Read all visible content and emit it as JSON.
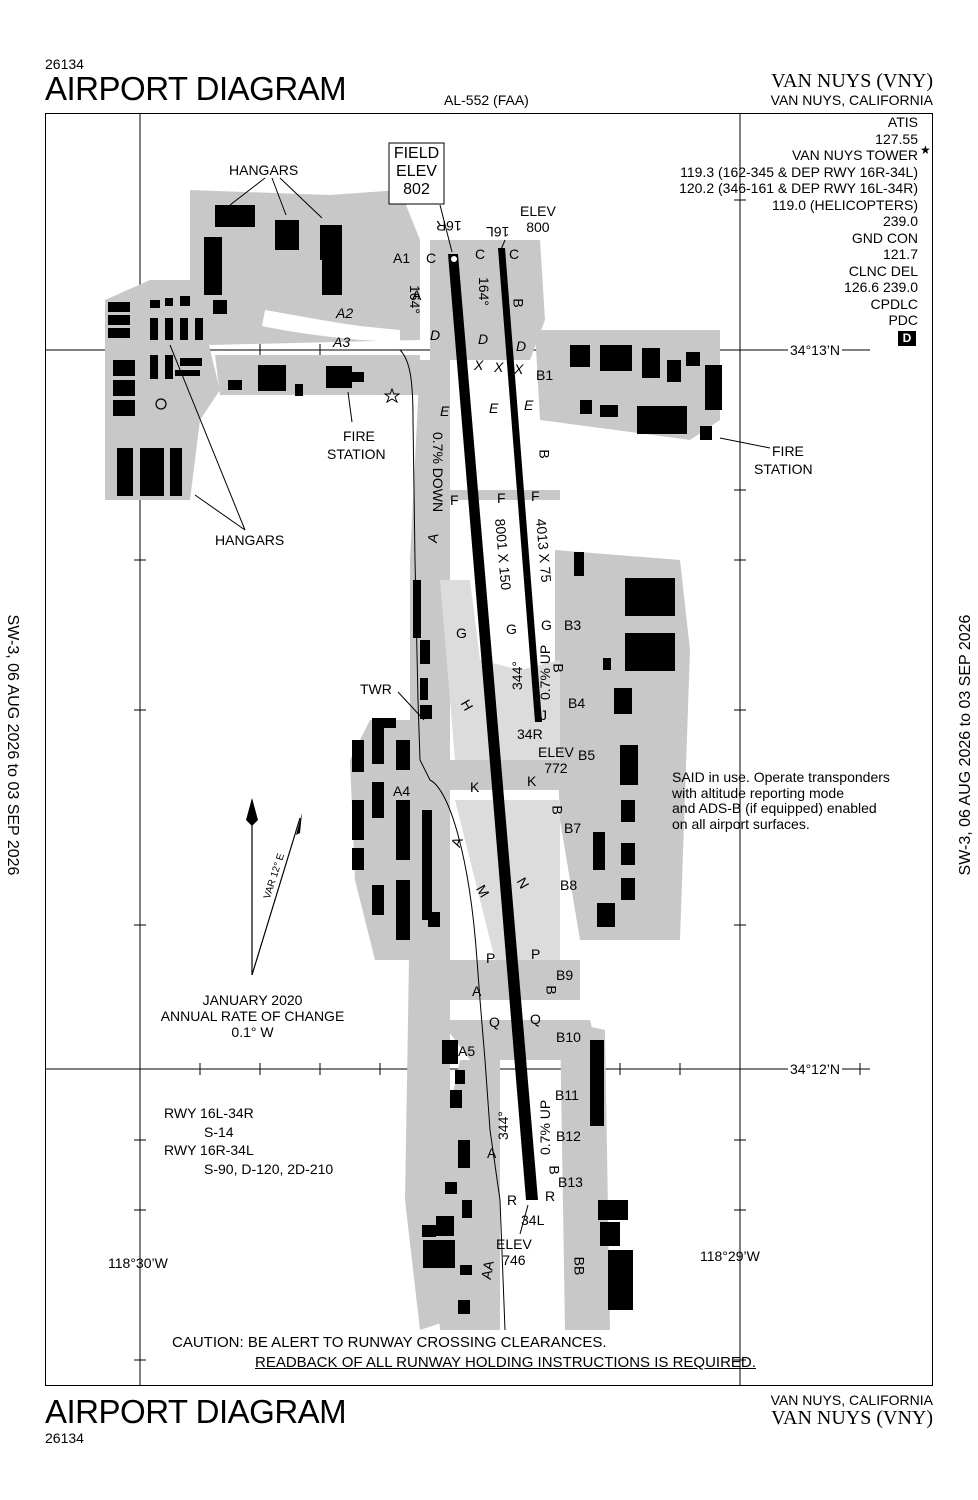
{
  "header": {
    "doc_number": "26134",
    "title": "AIRPORT DIAGRAM",
    "chart_id": "AL-552 (FAA)",
    "airport_name": "VAN NUYS (VNY)",
    "city_state": "VAN NUYS, CALIFORNIA"
  },
  "footer": {
    "doc_number": "26134",
    "title": "AIRPORT DIAGRAM",
    "city_state": "VAN NUYS, CALIFORNIA",
    "airport_name": "VAN NUYS (VNY)"
  },
  "side": {
    "left": "SW-3,  06 AUG 2026  to  03 SEP 2026",
    "right": "SW-3,  06 AUG 2026  to  03 SEP 2026"
  },
  "frequencies": [
    "ATIS",
    "127.55",
    "VAN NUYS TOWER",
    "119.3 (162-345 & DEP RWY 16R-34L)",
    "120.2 (346-161 & DEP RWY 16L-34R)",
    "119.0 (HELICOPTERS)",
    "239.0",
    "GND CON",
    "121.7",
    "CLNC DEL",
    "126.6  239.0",
    "CPDLC",
    "PDC"
  ],
  "pdc_badge": "D",
  "field_elev": {
    "line1": "FIELD",
    "line2": "ELEV",
    "line3": "802"
  },
  "labels": {
    "hangars_top": "HANGARS",
    "hangars_left": "HANGARS",
    "fire_station_left_1": "FIRE",
    "fire_station_left_2": "STATION",
    "fire_station_right_1": "FIRE",
    "fire_station_right_2": "STATION",
    "twr": "TWR",
    "lat_north": "34°13’N",
    "lat_south": "34°12’N",
    "lon_west": "118°30’W",
    "lon_east": "118°29’W",
    "var": "VAR 12° E",
    "change_1": "JANUARY 2020",
    "change_2": "ANNUAL RATE OF CHANGE",
    "change_3": "0.1° W",
    "said_1": "SAID in use. Operate transponders",
    "said_2": "with altitude reporting mode",
    "said_3": "and ADS-B (if equipped) enabled",
    "said_4": "on all airport surfaces.",
    "rwy_1": "RWY 16L-34R",
    "rwy_2": "S-14",
    "rwy_3": "RWY 16R-34L",
    "rwy_4": "S-90, D-120, 2D-210",
    "caution_1": "CAUTION: BE ALERT TO RUNWAY CROSSING CLEARANCES.",
    "caution_2": "READBACK OF ALL RUNWAY HOLDING INSTRUCTIONS IS REQUIRED.",
    "elev_16l_1": "ELEV",
    "elev_16l_2": "800",
    "elev_34r_1": "ELEV",
    "elev_34r_2": "772",
    "elev_34l_1": "ELEV",
    "elev_34l_2": "746",
    "rwy_16r": "16R",
    "rwy_16l": "16L",
    "rwy_34r": "34R",
    "rwy_34l": "34L",
    "hdg_164_a": "164°",
    "hdg_164_b": "164°",
    "hdg_344_a": "344°",
    "hdg_344_b": "344°",
    "slope_down": "0.7% DOWN",
    "slope_up_a": "0.7% UP",
    "slope_up_b": "0.7% UP",
    "dim_long": "8001 X 150",
    "dim_short": "4013 X 75"
  },
  "taxiways": [
    {
      "t": "A1"
    },
    {
      "t": "C"
    },
    {
      "t": "C"
    },
    {
      "t": "C"
    },
    {
      "t": "A"
    },
    {
      "t": "B"
    },
    {
      "t": "A2"
    },
    {
      "t": "A3"
    },
    {
      "t": "D"
    },
    {
      "t": "D"
    },
    {
      "t": "D"
    },
    {
      "t": "X"
    },
    {
      "t": "X"
    },
    {
      "t": "X"
    },
    {
      "t": "B1"
    },
    {
      "t": "E"
    },
    {
      "t": "E"
    },
    {
      "t": "E"
    },
    {
      "t": "B"
    },
    {
      "t": "F"
    },
    {
      "t": "F"
    },
    {
      "t": "F"
    },
    {
      "t": "A"
    },
    {
      "t": "G"
    },
    {
      "t": "G"
    },
    {
      "t": "G"
    },
    {
      "t": "B3"
    },
    {
      "t": "B"
    },
    {
      "t": "B4"
    },
    {
      "t": "J"
    },
    {
      "t": "B5"
    },
    {
      "t": "H"
    },
    {
      "t": "A4"
    },
    {
      "t": "K"
    },
    {
      "t": "K"
    },
    {
      "t": "B"
    },
    {
      "t": "B7"
    },
    {
      "t": "A"
    },
    {
      "t": "M"
    },
    {
      "t": "N"
    },
    {
      "t": "B8"
    },
    {
      "t": "P"
    },
    {
      "t": "P"
    },
    {
      "t": "B9"
    },
    {
      "t": "B"
    },
    {
      "t": "A"
    },
    {
      "t": "Q"
    },
    {
      "t": "Q"
    },
    {
      "t": "B10"
    },
    {
      "t": "A5"
    },
    {
      "t": "B11"
    },
    {
      "t": "B12"
    },
    {
      "t": "A"
    },
    {
      "t": "B"
    },
    {
      "t": "B13"
    },
    {
      "t": "R"
    },
    {
      "t": "R"
    },
    {
      "t": "AA"
    },
    {
      "t": "BB"
    }
  ]
}
